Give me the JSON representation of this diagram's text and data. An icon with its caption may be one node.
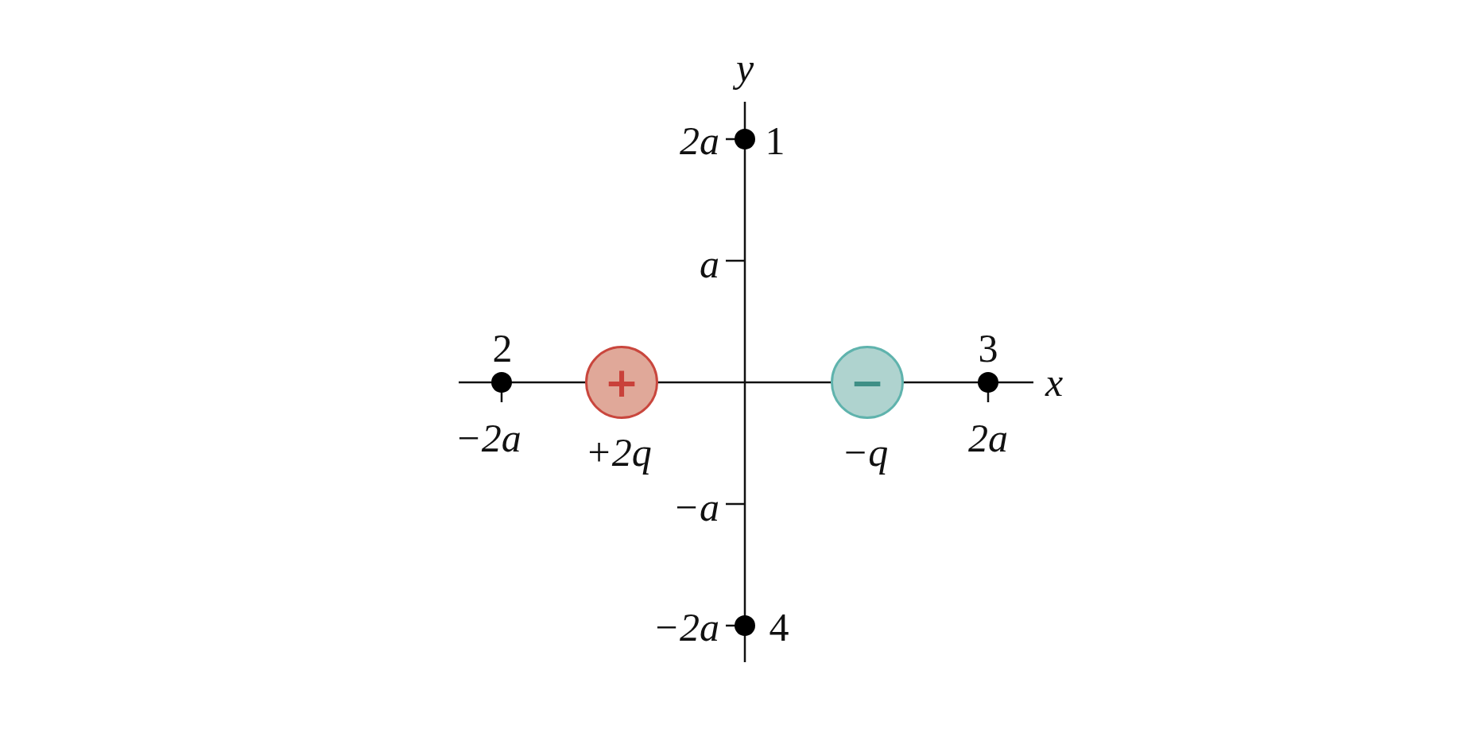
{
  "diagram": {
    "nodes": [
      {
        "text": [
          "+"
        ],
        "beside": [
          "+2q"
        ]
      },
      {
        "text": [
          "−"
        ],
        "beside": [
          "−q"
        ]
      }
    ],
    "labels": [
      "y",
      "2a",
      "1",
      "a",
      "2",
      "3",
      "x",
      "−2a",
      "2a",
      "−a",
      "−2a",
      "4"
    ]
  }
}
